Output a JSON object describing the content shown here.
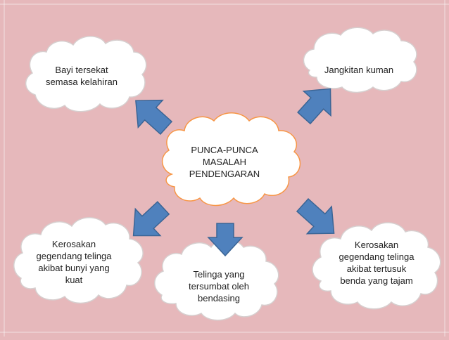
{
  "diagram": {
    "center": {
      "lines": [
        "PUNCA-PUNCA",
        "MASALAH",
        "PENDENGARAN"
      ]
    },
    "nodes": [
      {
        "id": "top-left",
        "lines": [
          "Bayi tersekat",
          "semasa kelahiran"
        ]
      },
      {
        "id": "top-right",
        "lines": [
          "Jangkitan kuman"
        ]
      },
      {
        "id": "bottom-left",
        "lines": [
          "Kerosakan",
          "gegendang telinga",
          "akibat bunyi yang",
          "kuat"
        ]
      },
      {
        "id": "bottom-center",
        "lines": [
          "Telinga yang",
          "tersumbat oleh",
          "bendasing"
        ]
      },
      {
        "id": "bottom-right",
        "lines": [
          "Kerosakan",
          "gegendang telinga",
          "akibat tertusuk",
          "benda yang tajam"
        ]
      }
    ],
    "colors": {
      "background": "#e6b8bb",
      "cloud_fill": "#ffffff",
      "center_outline": "#f79646",
      "outer_outline": "#d6cfcf",
      "arrow": "#4f81bd"
    }
  }
}
